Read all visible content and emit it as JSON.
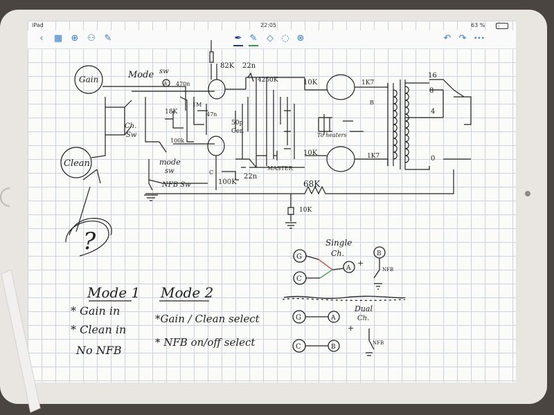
{
  "status_bar": {
    "device": "iPad",
    "time": "22:05",
    "battery": "63 %"
  },
  "toolbar": {
    "left_icons": [
      "back-icon",
      "grid-icon",
      "add-icon",
      "share-icon",
      "edit-icon"
    ],
    "tool_icons": [
      "pen-icon",
      "highlighter-icon",
      "eraser-icon",
      "lasso-icon",
      "close-icon"
    ],
    "right_icons": [
      "undo-icon",
      "redo-icon",
      "more-icon"
    ]
  },
  "colors": {
    "ink": "#222222",
    "accent": "#2a7de1",
    "grid": "#c9d2dd",
    "red_ink": "#d23a2a",
    "green_ink": "#23a045"
  },
  "schematic": {
    "gain_knob": "Gain",
    "clean_knob": "Clean",
    "mode_sw": "Mode",
    "mode_sw_suffix": "sw",
    "ch_sw": "Ch.",
    "ch_sw_2": "Sw",
    "mode_sw_lower": "mode",
    "mode_sw_lower_2": "sw",
    "nfb_sw": "NFB Sw",
    "r_82k": "82K",
    "c_22n_top": "22n",
    "r_470n": "470n",
    "r_4250k": "4250K",
    "r_10k_top": "10K",
    "r_1k_top": "1K7",
    "r_18k": "18K",
    "r_1m": "1M",
    "c_47n": "47n",
    "r_100k_left": "100k",
    "c_50p": "50p",
    "c_50p_2": "Cer.",
    "r_100k_bottom": "100K",
    "c_22n_bottom": "22n",
    "master": "MASTER",
    "r_10k_bottom": "10K",
    "r_1k_bottom": "1K7",
    "heaters": "To heaters",
    "r_68k": "68K",
    "r_10k_nfb": "10K",
    "tap_16": "16",
    "tap_8": "8",
    "tap_4": "4",
    "tap_0": "0",
    "node_a": "A",
    "node_b": "B",
    "node_c": "C",
    "question": "?"
  },
  "single_channel": {
    "title_1": "Single",
    "title_2": "Ch.",
    "g": "G",
    "c": "C",
    "a": "A",
    "b": "B",
    "nfb": "NFB",
    "plus": "+"
  },
  "dual_channel": {
    "title_1": "Dual",
    "title_2": "Ch.",
    "g": "G",
    "a": "A",
    "c": "C",
    "b": "B",
    "nfb": "NFB",
    "plus": "+"
  },
  "notes": {
    "mode1_title": "Mode 1",
    "mode1_line1": "* Gain in",
    "mode1_line2": "* Clean in",
    "mode1_line3": "No NFB",
    "mode2_title": "Mode 2",
    "mode2_line1": "*Gain / Clean select",
    "mode2_line2": "* NFB on/off select"
  }
}
